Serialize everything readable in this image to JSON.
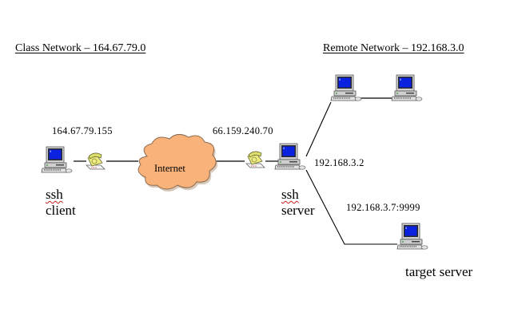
{
  "headings": {
    "left": "Class Network – 164.67.79.0",
    "right": "Remote Network – 192.168.3.0"
  },
  "ips": {
    "client": "164.67.79.155",
    "server_public": "66.159.240.70",
    "server_private": "192.168.3.2",
    "target": "192.168.3.7:9999"
  },
  "labels": {
    "client_line1": "ssh",
    "client_line2": "client",
    "server_line1": "ssh",
    "server_line2": "server",
    "target": "target server",
    "internet": "Internet"
  },
  "icons": {
    "computer": "computer-icon",
    "phone": "modem-phone-icon",
    "cloud": "internet-cloud-icon"
  },
  "colors": {
    "screen": "#0a22e0",
    "cloud_fill": "#f9b37a",
    "cloud_stroke": "#8a6a50",
    "phone_yellow": "#ecec80",
    "case_gray": "#c8c8c8",
    "line": "#000000",
    "spell_underline": "#d02020"
  }
}
